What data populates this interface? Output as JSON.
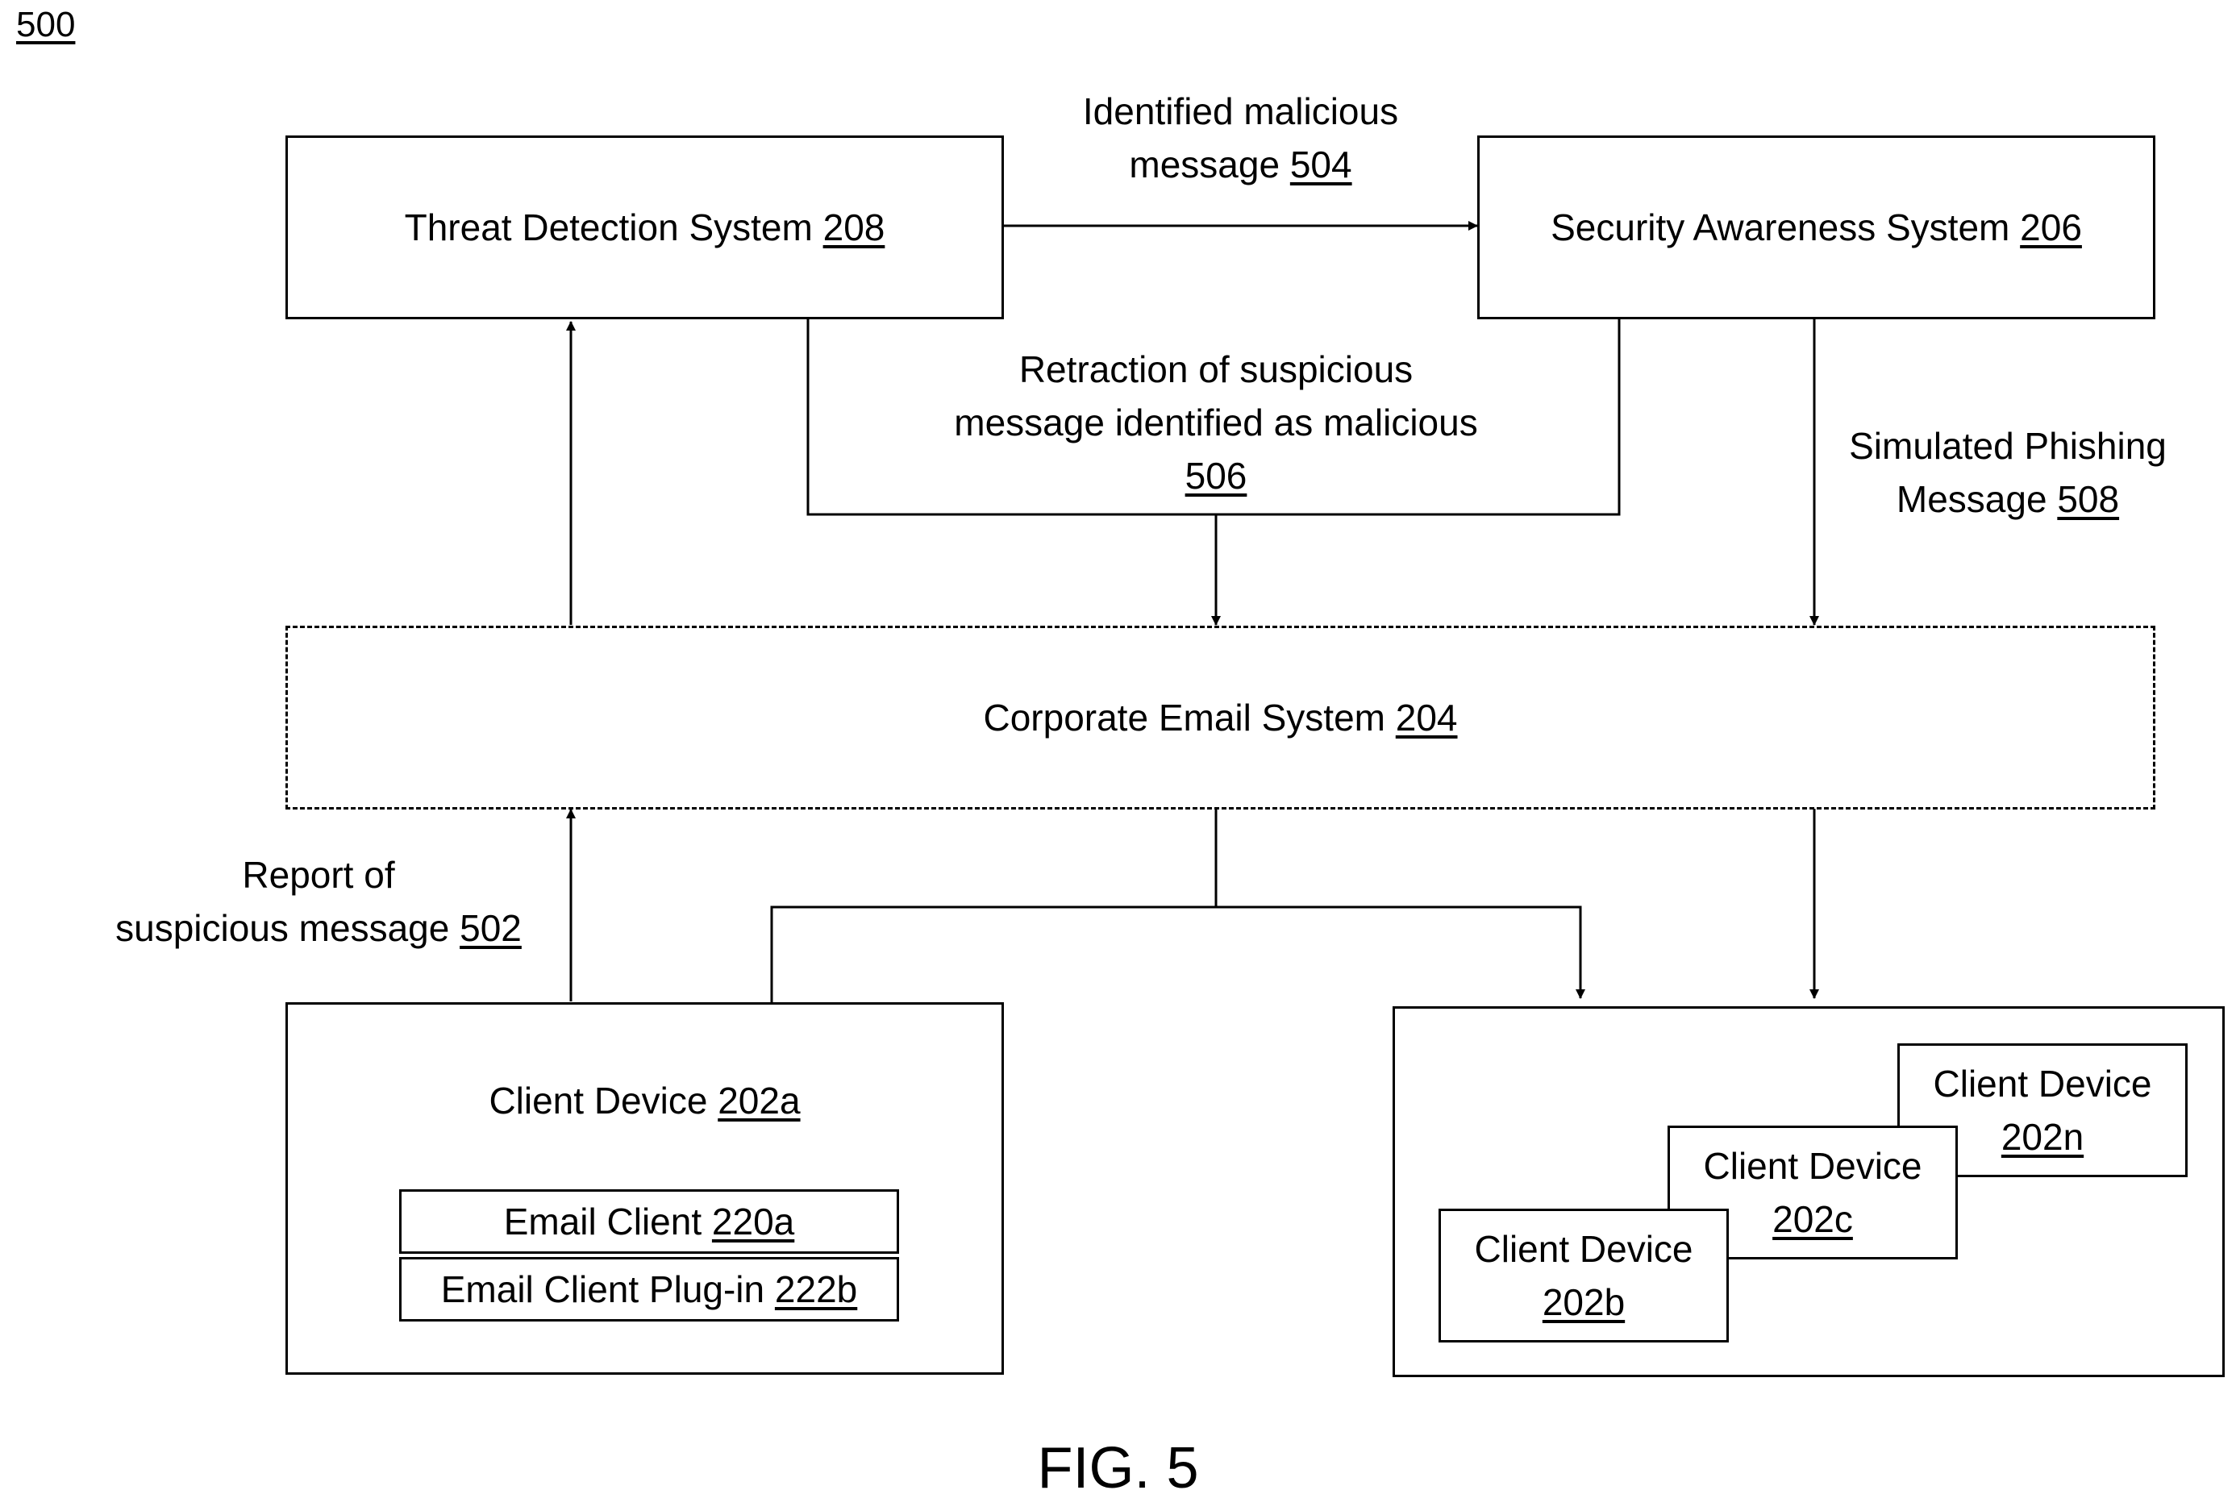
{
  "figure": {
    "ref": "500",
    "caption": "FIG. 5"
  },
  "boxes": {
    "threat": {
      "text": "Threat Detection System ",
      "ref": "208"
    },
    "security": {
      "text": "Security Awareness System ",
      "ref": "206"
    },
    "corporate": {
      "text": "Corporate Email System ",
      "ref": "204"
    },
    "client_a": {
      "text": "Client Device ",
      "ref": "202a"
    },
    "email_client": {
      "text": "Email Client ",
      "ref": "220a"
    },
    "plugin": {
      "text": "Email Client Plug-in ",
      "ref": "222b"
    },
    "client_b": {
      "text": "Client Device",
      "ref": "202b"
    },
    "client_c": {
      "text": "Client Device",
      "ref": "202c"
    },
    "client_n": {
      "text": "Client Device",
      "ref": "202n"
    }
  },
  "arrows": {
    "identified": {
      "line1": "Identified malicious",
      "line2": "message ",
      "ref": "504"
    },
    "retraction": {
      "line1": "Retraction of suspicious",
      "line2": "message identified as malicious",
      "ref": "506"
    },
    "simulated": {
      "line1": "Simulated Phishing",
      "line2": "Message ",
      "ref": "508"
    },
    "report": {
      "line1": "Report of",
      "line2": "suspicious message ",
      "ref": "502"
    }
  }
}
